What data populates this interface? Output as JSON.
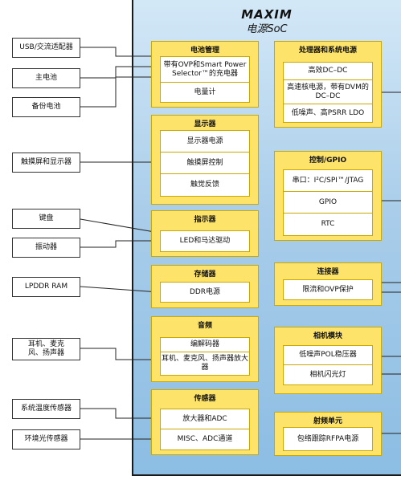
{
  "logo": "MAXIM",
  "soc_title": "电源SoC",
  "external": [
    "USB/交流适配器",
    "主电池",
    "备份电池",
    "触摸屏和显示器",
    "键盘",
    "振动器",
    "LPDDR RAM",
    "耳机、麦克风、扬声器",
    "系统温度传感器",
    "环境光传感器"
  ],
  "blocks": {
    "battery": {
      "title": "电池管理",
      "items": [
        "带有OVP和Smart Power Selector™的充电器",
        "电量计"
      ]
    },
    "display": {
      "title": "显示器",
      "items": [
        "显示器电源",
        "触摸屏控制",
        "触觉反馈"
      ]
    },
    "indicator": {
      "title": "指示器",
      "items": [
        "LED和马达驱动"
      ]
    },
    "memory": {
      "title": "存储器",
      "items": [
        "DDR电源"
      ]
    },
    "audio": {
      "title": "音频",
      "items": [
        "编解码器",
        "耳机、麦克风、扬声器放大器"
      ]
    },
    "sensor": {
      "title": "传感器",
      "items": [
        "放大器和ADC",
        "MISC、ADC通道"
      ]
    },
    "processor": {
      "title": "处理器和系统电源",
      "items": [
        "高效DC–DC",
        "高速核电源，带有DVM的DC–DC",
        "低噪声、高PSRR LDO"
      ]
    },
    "control": {
      "title": "控制/GPIO",
      "items": [
        "串口：I²C/SPI™/JTAG",
        "GPIO",
        "RTC"
      ]
    },
    "connector": {
      "title": "连接器",
      "items": [
        "限流和OVP保护"
      ]
    },
    "camera": {
      "title": "相机模块",
      "items": [
        "低噪声POL稳压器",
        "相机闪光灯"
      ]
    },
    "rf": {
      "title": "射频单元",
      "items": [
        "包络跟踪RFPA电源"
      ]
    }
  }
}
